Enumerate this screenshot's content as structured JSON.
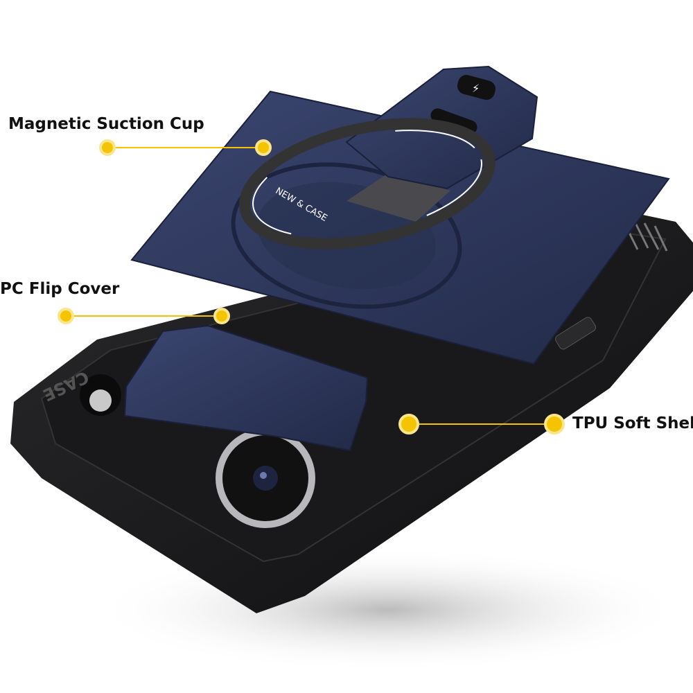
{
  "callouts": [
    {
      "label": "Magnetic Suction Cup"
    },
    {
      "label": "PC Flip Cover"
    },
    {
      "label": "TPU Soft Shell"
    }
  ],
  "product_marks": {
    "ring_text": "NEW & CASE",
    "lens_tab_text": "CASE"
  },
  "colors": {
    "callout_dot": "#f5c400",
    "cover_blue": "#2c3558",
    "shell_black": "#1b1b1d"
  }
}
